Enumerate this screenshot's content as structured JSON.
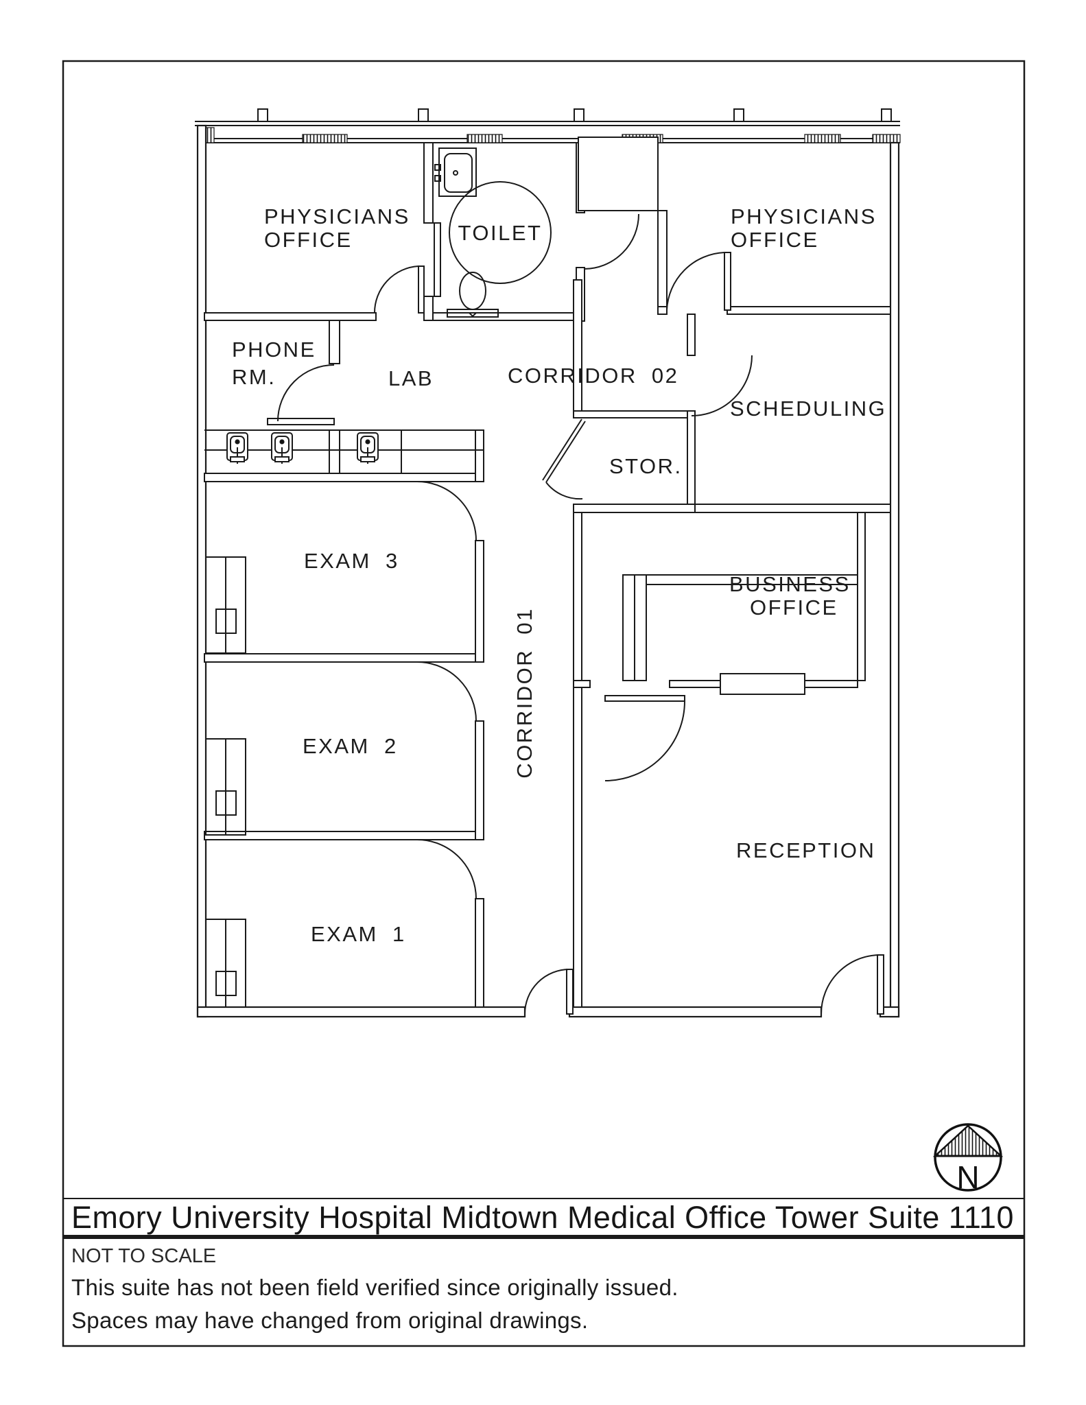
{
  "title_block": {
    "title": "Emory University Hospital Midtown Medical Office Tower   Suite 1110",
    "scale_note": "NOT TO SCALE",
    "disclaimer_line1": "This suite has not been field verified since originally issued.",
    "disclaimer_line2": "Spaces may have changed from original drawings."
  },
  "north_arrow": {
    "label": "N"
  },
  "colors": {
    "line": "#1a1a1a",
    "background": "#ffffff"
  },
  "rooms": [
    {
      "id": "physicians-office-1",
      "lines": [
        "PHYSICIANS",
        "OFFICE"
      ]
    },
    {
      "id": "toilet",
      "lines": [
        "TOILET"
      ]
    },
    {
      "id": "physicians-office-2",
      "lines": [
        "PHYSICIANS",
        "OFFICE"
      ]
    },
    {
      "id": "phone-room",
      "lines": [
        "PHONE",
        "RM."
      ]
    },
    {
      "id": "lab",
      "lines": [
        "LAB"
      ]
    },
    {
      "id": "corridor-02",
      "lines": [
        "CORRIDOR  02"
      ]
    },
    {
      "id": "scheduling",
      "lines": [
        "SCHEDULING"
      ]
    },
    {
      "id": "storage",
      "lines": [
        "STOR."
      ]
    },
    {
      "id": "exam-3",
      "lines": [
        "EXAM  3"
      ]
    },
    {
      "id": "business-office",
      "lines": [
        "BUSINESS",
        "OFFICE"
      ]
    },
    {
      "id": "corridor-01",
      "lines": [
        "CORRIDOR  01"
      ]
    },
    {
      "id": "exam-2",
      "lines": [
        "EXAM  2"
      ]
    },
    {
      "id": "reception",
      "lines": [
        "RECEPTION"
      ]
    },
    {
      "id": "exam-1",
      "lines": [
        "EXAM  1"
      ]
    }
  ]
}
